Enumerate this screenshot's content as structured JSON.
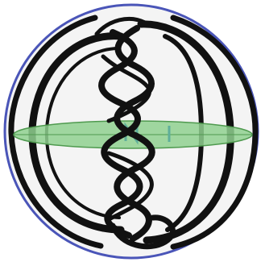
{
  "figure": {
    "colors": {
      "background": "#ffffff",
      "sphere_fill": "#f4f4f4",
      "sphere_outline": "#4a55b8",
      "equatorial_disk": "#8fd08f",
      "disk_outline": "#4f9a4f",
      "disk_marks": "#5fae9a",
      "strands": "#111111"
    },
    "icons": {
      "sphere": "sphere-outline",
      "disk": "equatorial-disk",
      "braid": "twisted-braid"
    }
  }
}
